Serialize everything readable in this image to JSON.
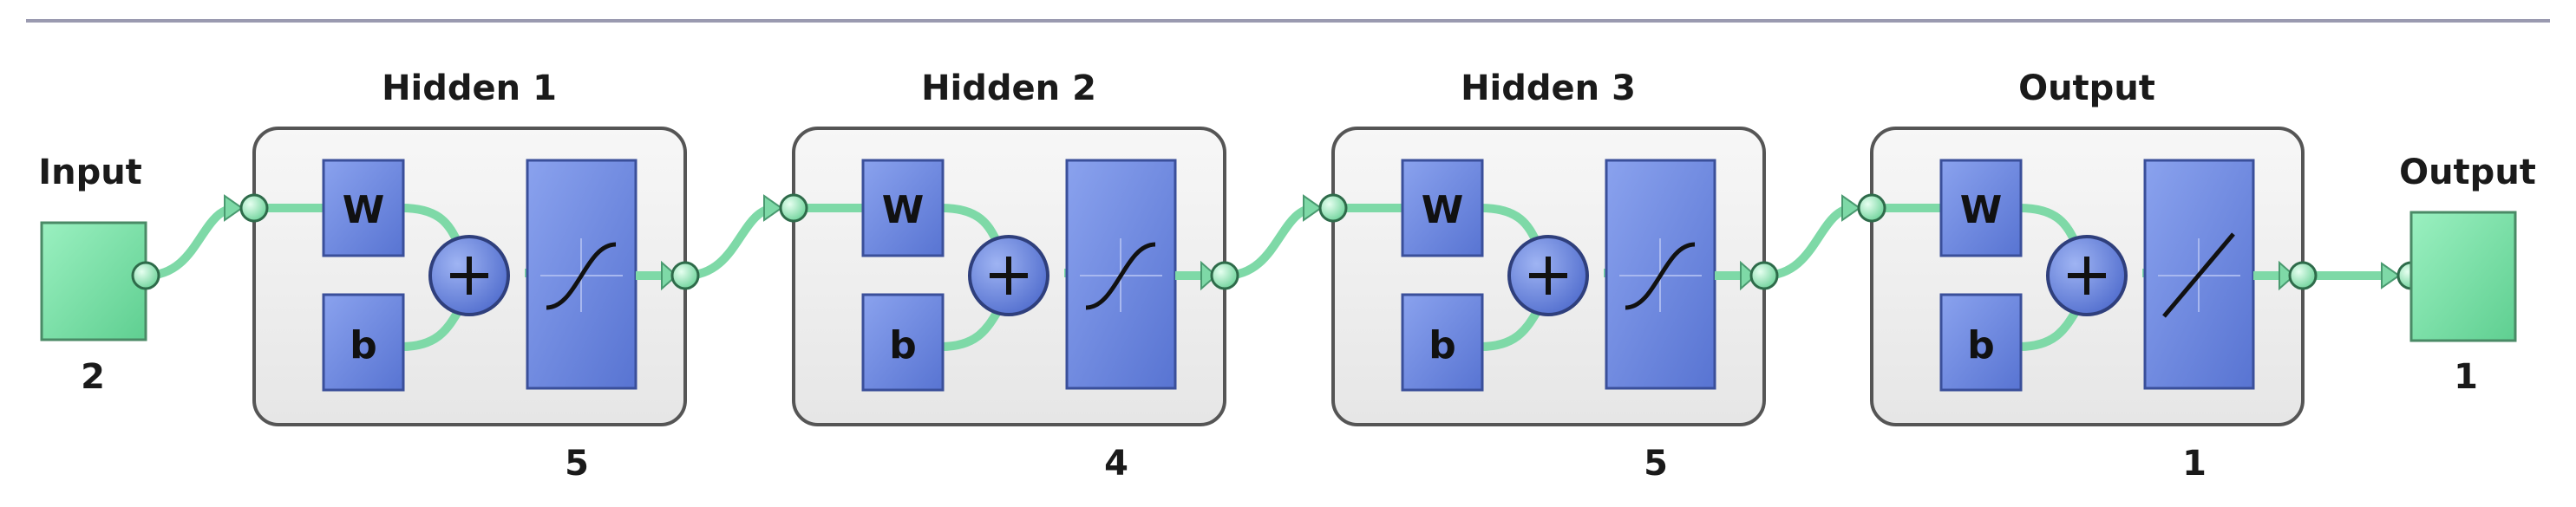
{
  "input": {
    "label": "Input",
    "size": "2"
  },
  "layers": [
    {
      "title": "Hidden 1",
      "size": "5",
      "weight_label": "W",
      "bias_label": "b",
      "transfer": "tansig"
    },
    {
      "title": "Hidden 2",
      "size": "4",
      "weight_label": "W",
      "bias_label": "b",
      "transfer": "tansig"
    },
    {
      "title": "Hidden 3",
      "size": "5",
      "weight_label": "W",
      "bias_label": "b",
      "transfer": "tansig"
    },
    {
      "title": "Output",
      "size": "1",
      "weight_label": "W",
      "bias_label": "b",
      "transfer": "purelin"
    }
  ],
  "output": {
    "label": "Output",
    "size": "1"
  },
  "colors": {
    "io_fill": "#7ee0a8",
    "block_fill": "#6a86de",
    "layer_fill": "#f2f2f2",
    "connector": "#7ed9a7"
  }
}
